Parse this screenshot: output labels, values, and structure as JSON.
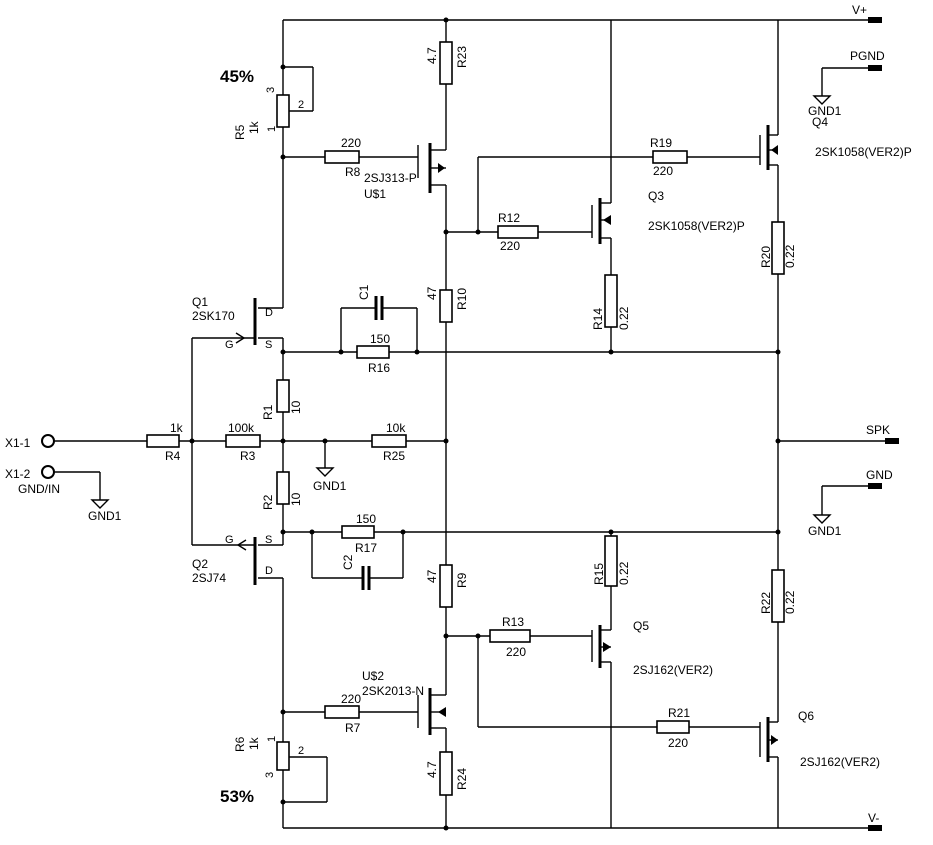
{
  "components": {
    "R1": {
      "ref": "R1",
      "value": "10"
    },
    "R2": {
      "ref": "R2",
      "value": "10"
    },
    "R3": {
      "ref": "R3",
      "value": "100k"
    },
    "R4": {
      "ref": "R4",
      "value": "1k"
    },
    "R5": {
      "ref": "R5",
      "value": "1k",
      "pins": [
        "1",
        "2",
        "3"
      ]
    },
    "R6": {
      "ref": "R6",
      "value": "1k",
      "pins": [
        "1",
        "2",
        "3"
      ]
    },
    "R7": {
      "ref": "R7",
      "value": "220"
    },
    "R8": {
      "ref": "R8",
      "value": "220"
    },
    "R9": {
      "ref": "R9",
      "value": "47"
    },
    "R10": {
      "ref": "R10",
      "value": "47"
    },
    "R12": {
      "ref": "R12",
      "value": "220"
    },
    "R13": {
      "ref": "R13",
      "value": "220"
    },
    "R14": {
      "ref": "R14",
      "value": "0.22"
    },
    "R15": {
      "ref": "R15",
      "value": "0.22"
    },
    "R16": {
      "ref": "R16",
      "value": "150"
    },
    "R17": {
      "ref": "R17",
      "value": "150"
    },
    "R19": {
      "ref": "R19",
      "value": "220"
    },
    "R20": {
      "ref": "R20",
      "value": "0.22"
    },
    "R21": {
      "ref": "R21",
      "value": "220"
    },
    "R22": {
      "ref": "R22",
      "value": "0.22"
    },
    "R23": {
      "ref": "R23",
      "value": "4.7"
    },
    "R24": {
      "ref": "R24",
      "value": "4.7"
    },
    "R25": {
      "ref": "R25",
      "value": "10k"
    },
    "C1": {
      "ref": "C1"
    },
    "C2": {
      "ref": "C2"
    },
    "Q1": {
      "ref": "Q1",
      "part": "2SK170",
      "pins": [
        "G",
        "D",
        "S"
      ]
    },
    "Q2": {
      "ref": "Q2",
      "part": "2SJ74",
      "pins": [
        "G",
        "D",
        "S"
      ]
    },
    "Q3": {
      "ref": "Q3",
      "part": "2SK1058(VER2)P"
    },
    "Q4": {
      "ref": "Q4",
      "part": "2SK1058(VER2)P"
    },
    "Q5": {
      "ref": "Q5",
      "part": "2SJ162(VER2)"
    },
    "Q6": {
      "ref": "Q6",
      "part": "2SJ162(VER2)"
    },
    "U1": {
      "ref": "U$1",
      "part": "2SJ313-P"
    },
    "U2": {
      "ref": "U$2",
      "part": "2SK2013-N"
    }
  },
  "nets": {
    "vplus": "V+",
    "vminus": "V-",
    "pgnd": "PGND",
    "gnd": "GND",
    "spk": "SPK",
    "gnd1": "GND1",
    "x1_1": "X1-1",
    "x1_2": "X1-2",
    "gnd_in": "GND/IN"
  },
  "trim": {
    "top_percent": "45%",
    "bottom_percent": "53%"
  }
}
